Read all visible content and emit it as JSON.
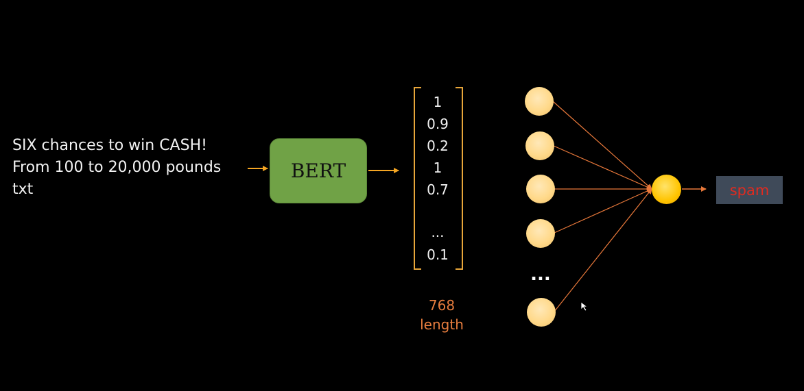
{
  "input_text": {
    "lines": [
      "SIX chances to win CASH!",
      "From 100 to 20,000 pounds",
      "txt"
    ]
  },
  "encoder": {
    "label": "BERT"
  },
  "embedding": {
    "values": [
      "1",
      "0.9",
      "0.2",
      "1",
      "0.7",
      "...",
      "0.1"
    ],
    "size_label": [
      "768",
      "length"
    ]
  },
  "network": {
    "hidden_ellipsis": "...",
    "output_label": "spam"
  },
  "colors": {
    "background": "#000000",
    "arrow": "#f5a623",
    "edge": "#e8783a",
    "bert_box": "#70a246",
    "bracket": "#e8a63a",
    "node": "#ffd98a",
    "output_node": "#ffc400",
    "spam_box": "#3f4a59",
    "spam_text": "#e02b20",
    "length_text": "#e77d3e"
  }
}
